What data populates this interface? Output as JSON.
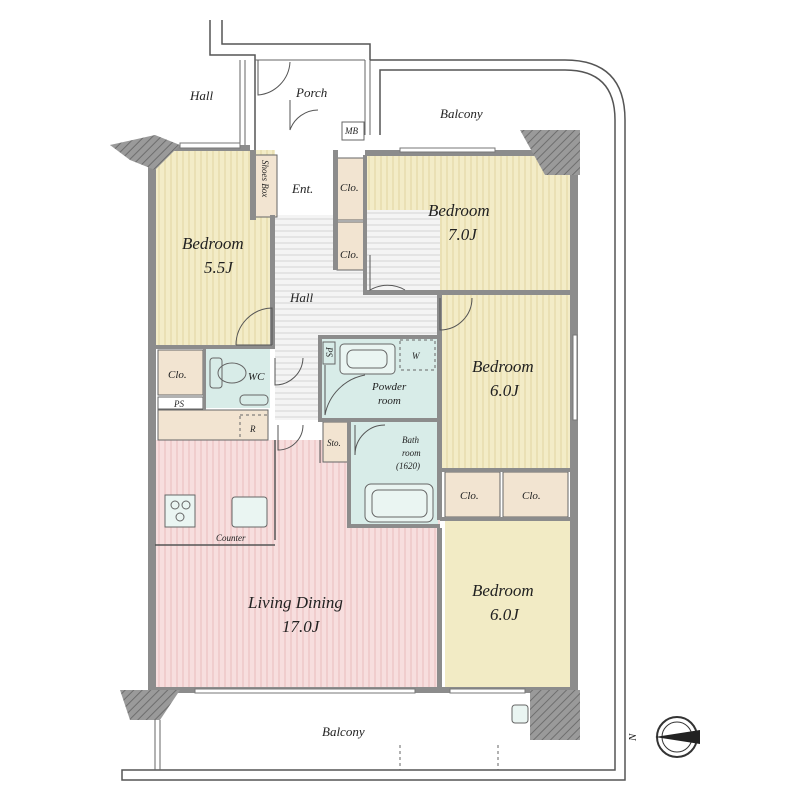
{
  "rooms": {
    "bedroom_west": {
      "name": "Bedroom",
      "size": "5.5J"
    },
    "bedroom_north": {
      "name": "Bedroom",
      "size": "7.0J"
    },
    "bedroom_east": {
      "name": "Bedroom",
      "size": "6.0J"
    },
    "bedroom_south": {
      "name": "Bedroom",
      "size": "6.0J"
    },
    "living_dining": {
      "name": "Living Dining",
      "size": "17.0J"
    },
    "powder_room": {
      "line1": "Powder",
      "line2": "room"
    },
    "bath_room": {
      "line1": "Bath",
      "line2": "room",
      "line3": "(1620)"
    }
  },
  "labels": {
    "hall_outside": "Hall",
    "porch": "Porch",
    "balcony_north": "Balcony",
    "balcony_south": "Balcony",
    "mb": "MB",
    "shoes_box": "Shoes Box",
    "entrance": "Ent.",
    "hall_inside": "Hall",
    "wc": "WC",
    "ps_left": "PS",
    "ps_right": "PS",
    "w": "W",
    "r": "R",
    "sto": "Sto.",
    "counter": "Counter",
    "clo_ent_upper": "Clo.",
    "clo_ent_lower": "Clo.",
    "clo_west": "Clo.",
    "clo_mid": "Clo.",
    "clo_east": "Clo.",
    "compass": "N"
  },
  "colors": {
    "bedroom_yellow": "#f3ecc7",
    "bedroom_stripe": "#e3d7a8",
    "bedroom_solid": "#f2ebc5",
    "living_pink": "#f7dede",
    "living_stripe": "#ebc2c2",
    "hall_gray": "#f2f2f2",
    "hall_stripe": "#d6d6d6",
    "wet_green": "#d8ece8",
    "closet_tan": "#f2e4d1",
    "wall_gray": "#8c8c8c"
  }
}
